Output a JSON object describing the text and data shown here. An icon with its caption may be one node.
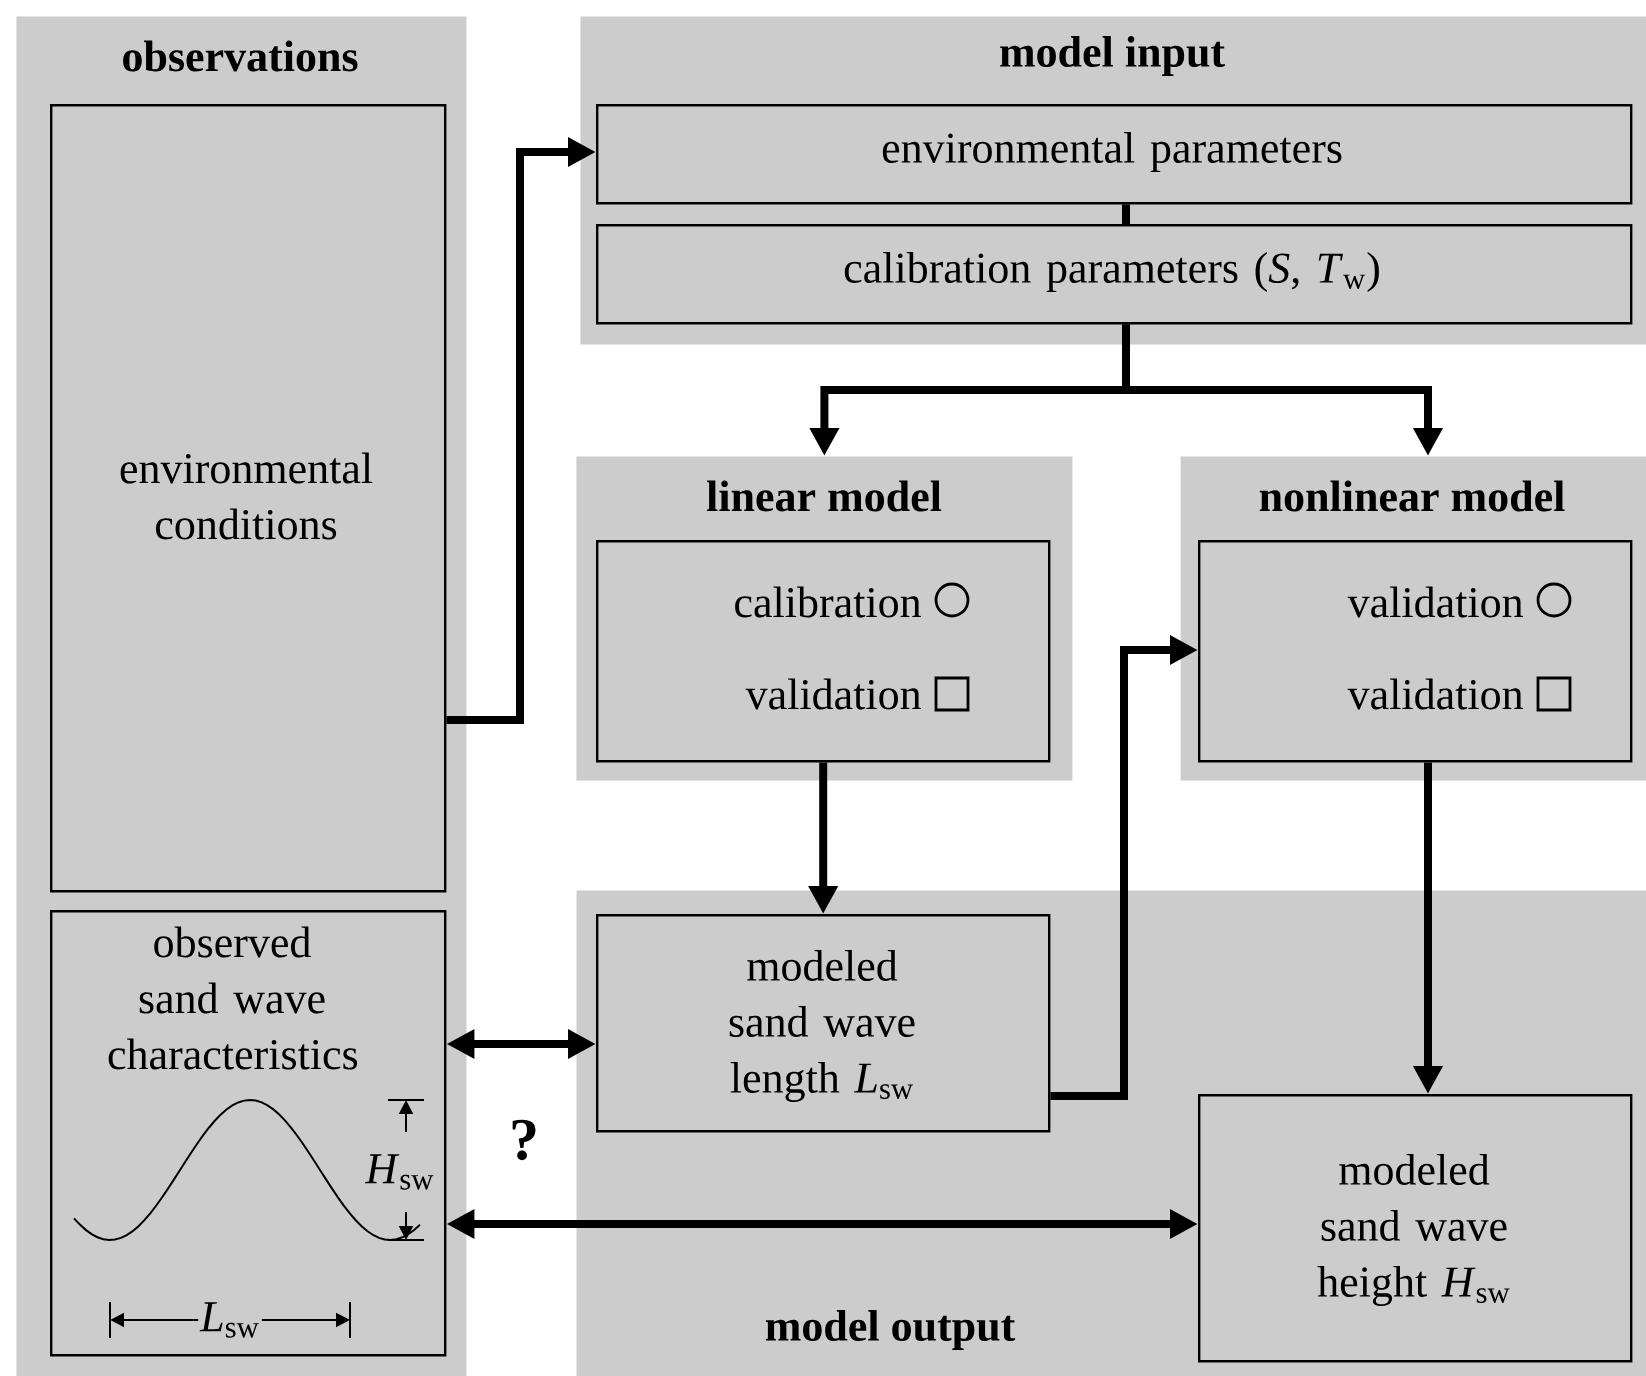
{
  "diagram": {
    "nodes": [
      {
        "text": [
          "observations"
        ]
      },
      {
        "text": [
          "environmental conditions"
        ],
        "in": 0
      },
      {
        "text": [
          "observed sand wave characteristics"
        ],
        "in": 0
      },
      {
        "text": [
          "model input"
        ]
      },
      {
        "text": [
          "environmental parameters"
        ],
        "in": 3
      },
      {
        "text": [
          "calibration parameters (*S*, *T*$_{w}$)"
        ],
        "in": 3
      },
      {
        "text": [
          "linear model"
        ]
      },
      {
        "text": [
          "calibration",
          "validation"
        ],
        "in": 6
      },
      {
        "text": [
          "nonlinear model"
        ]
      },
      {
        "text": [
          "validation",
          "validation"
        ],
        "in": 8
      },
      {
        "text": [
          "model output"
        ]
      },
      {
        "text": [
          "modeled sand wave length *L*$_{sw}$"
        ],
        "in": 10
      },
      {
        "text": [
          "modeled sand wave height *H*$_{sw}$"
        ],
        "in": 10
      }
    ],
    "edges": [
      {
        "from": 1,
        "to": 4,
        "arrow": "to"
      },
      {
        "from": 4,
        "to": 5,
        "arrow": "none"
      },
      {
        "from": 5,
        "to": 6,
        "arrow": "to"
      },
      {
        "from": 5,
        "to": 8,
        "arrow": "to"
      },
      {
        "from": 7,
        "to": 11,
        "arrow": "to"
      },
      {
        "from": 11,
        "to": 9,
        "arrow": "to"
      },
      {
        "from": 9,
        "to": 12,
        "arrow": "to"
      },
      {
        "from": 2,
        "to": 11,
        "arrow": "both"
      },
      {
        "from": 2,
        "to": 12,
        "arrow": "both"
      }
    ],
    "labels": [
      "?",
      "*H*$_{sw}$",
      "*L*$_{sw}$"
    ]
  }
}
